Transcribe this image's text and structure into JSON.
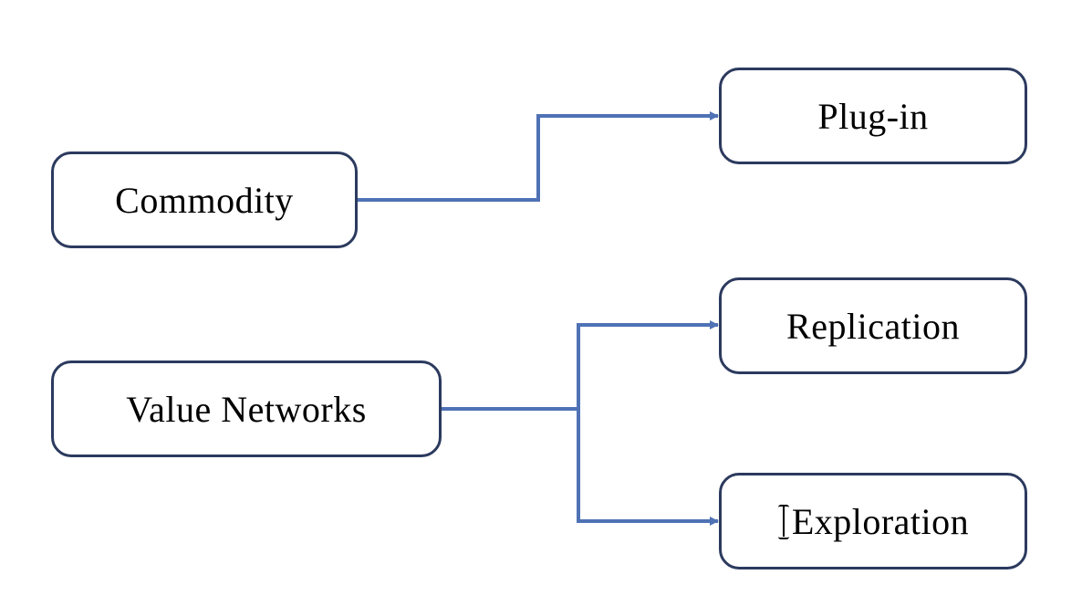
{
  "diagram": {
    "connector_color": "#4f72b5",
    "border_color": "#2c3a5e",
    "nodes": {
      "commodity": "Commodity",
      "value_networks": "Value Networks",
      "plug_in": "Plug-in",
      "replication": "Replication",
      "exploration": "Exploration"
    },
    "edges": [
      {
        "from": "commodity",
        "to": "plug_in"
      },
      {
        "from": "value_networks",
        "to": "replication"
      },
      {
        "from": "value_networks",
        "to": "exploration"
      }
    ],
    "cursor_icon": "text-cursor-icon"
  }
}
